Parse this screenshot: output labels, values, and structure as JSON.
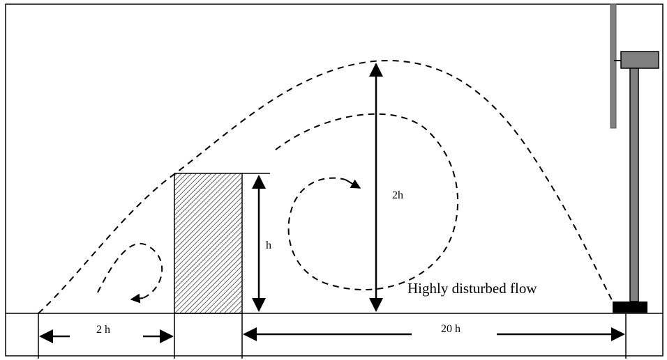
{
  "labels": {
    "height": "h",
    "double_height": "2h",
    "upwind_distance": "2 h",
    "downwind_distance": "20 h",
    "flow_caption": "Highly disturbed flow"
  },
  "colors": {
    "line": "#000000",
    "turbine_tower": "#808080",
    "turbine_base": "#000000",
    "background": "#ffffff"
  },
  "icons": {
    "obstacle": "hatched-rectangle",
    "turbine": "wind-turbine-side-view"
  }
}
